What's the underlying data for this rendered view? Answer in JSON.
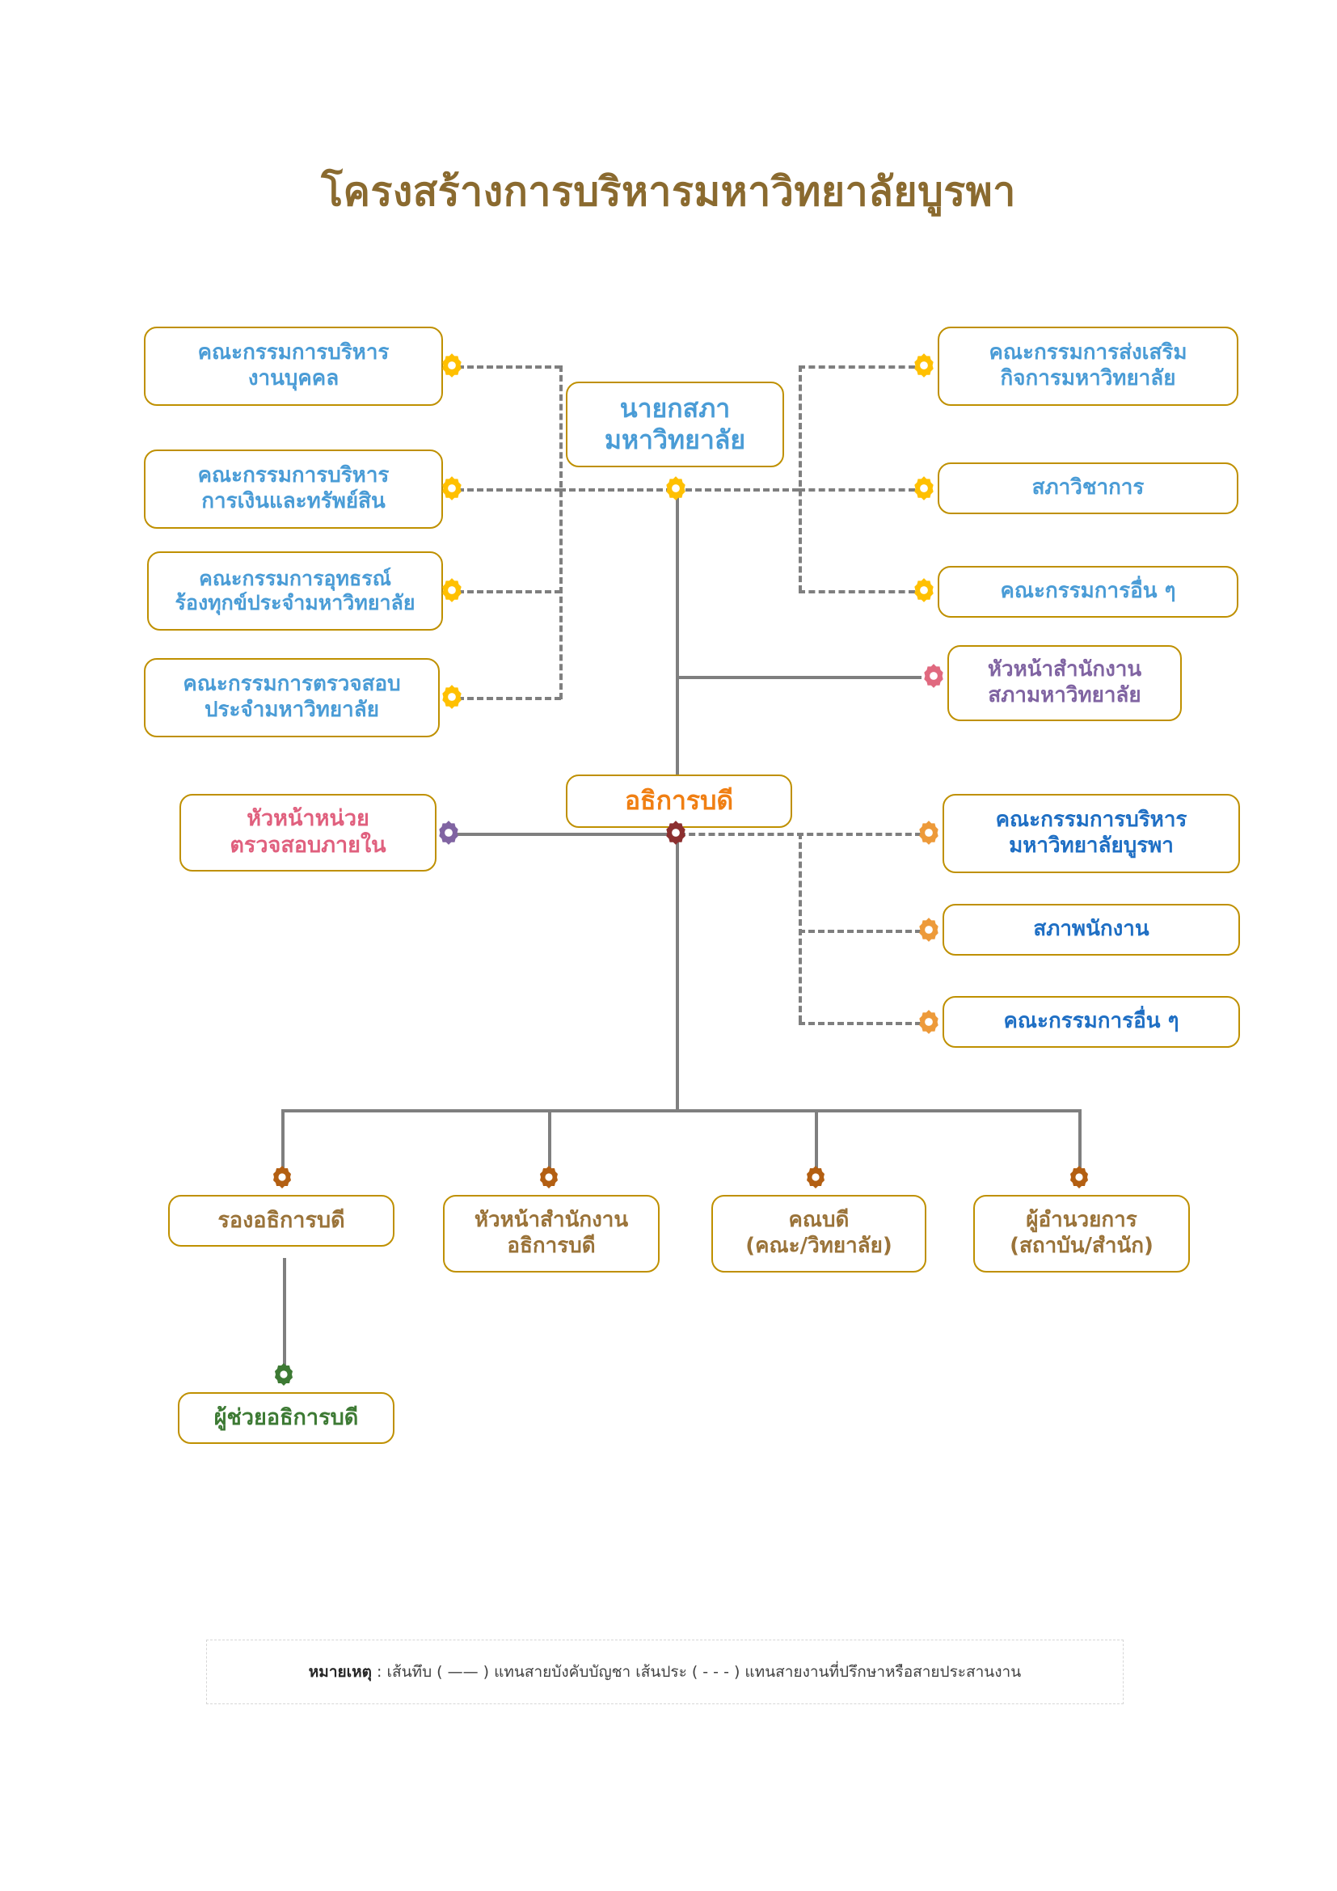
{
  "title": "โครงสร้างการบริหารมหาวิทยาลัยบูรพา",
  "colors": {
    "title": "#8a6a2f",
    "box_border": "#bf9000",
    "connector": "#7f7f7f",
    "council_text": "#4a9cd6",
    "exec_committee_text": "#1f6fc4",
    "council_office_head_text": "#8064a2",
    "internal_audit_text": "#e0607e",
    "president_text": "#f07f13",
    "vice_president_text": "#9a7339",
    "assistant_president_text": "#3d7a34",
    "gear_yellow": "#ffc000",
    "gear_orange": "#ed9a3a",
    "gear_pink": "#e0697f",
    "gear_purple": "#8064a2",
    "gear_darkred": "#8c2f2f",
    "gear_brown": "#b35f12",
    "gear_green": "#3d7a34"
  },
  "nodes": {
    "council_chair": {
      "label": "นายกสภา\nมหาวิทยาลัย",
      "gear": "gear-icon-yellow"
    },
    "president": {
      "label": "อธิการบดี",
      "gear": "gear-icon-darkred"
    },
    "left_council_committees": [
      {
        "label": "คณะกรรมการบริหาร\nงานบุคคล",
        "gear": "gear-icon-yellow"
      },
      {
        "label": "คณะกรรมการบริหาร\nการเงินและทรัพย์สิน",
        "gear": "gear-icon-yellow"
      },
      {
        "label": "คณะกรรมการอุทธรณ์\nร้องทุกข์ประจำมหาวิทยาลัย",
        "gear": "gear-icon-yellow"
      },
      {
        "label": "คณะกรรมการตรวจสอบ\nประจำมหาวิทยาลัย",
        "gear": "gear-icon-yellow"
      }
    ],
    "right_council_committees": [
      {
        "label": "คณะกรรมการส่งเสริม\nกิจการมหาวิทยาลัย",
        "gear": "gear-icon-yellow"
      },
      {
        "label": "สภาวิชาการ",
        "gear": "gear-icon-yellow"
      },
      {
        "label": "คณะกรรมการอื่น ๆ",
        "gear": "gear-icon-yellow"
      }
    ],
    "council_office_head": {
      "label": "หัวหน้าสำนักงาน\nสภามหาวิทยาลัย",
      "gear": "gear-icon-pink"
    },
    "internal_audit_head": {
      "label": "หัวหน้าหน่วย\nตรวจสอบภายใน",
      "gear": "gear-icon-purple"
    },
    "right_president_committees": [
      {
        "label": "คณะกรรมการบริหาร\nมหาวิทยาลัยบูรพา",
        "gear": "gear-icon-orange"
      },
      {
        "label": "สภาพนักงาน",
        "gear": "gear-icon-orange"
      },
      {
        "label": "คณะกรรมการอื่น ๆ",
        "gear": "gear-icon-orange"
      }
    ],
    "bottom_row": [
      {
        "label": "รองอธิการบดี",
        "gear": "gear-icon-brown"
      },
      {
        "label": "หัวหน้าสำนักงาน\nอธิการบดี",
        "gear": "gear-icon-brown"
      },
      {
        "label": "คณบดี\n(คณะ/วิทยาลัย)",
        "gear": "gear-icon-brown"
      },
      {
        "label": "ผู้อำนวยการ\n(สถาบัน/สำนัก)",
        "gear": "gear-icon-brown"
      }
    ],
    "assistant_president": {
      "label": "ผู้ช่วยอธิการบดี",
      "gear": "gear-icon-green"
    }
  },
  "footnote": {
    "head": "หมายเหตุ",
    "body": " : เส้นทึบ  ( —— ) แทนสายบังคับบัญชา  เส้นประ ( - - - ) แทนสายงานที่ปรึกษาหรือสายประสานงาน"
  }
}
